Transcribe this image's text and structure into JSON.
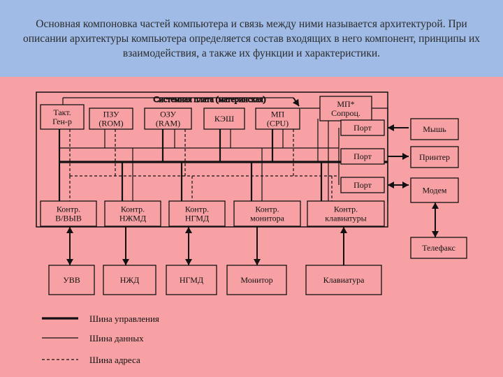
{
  "header": {
    "text": "Основная компоновка частей компьютера и связь между ними называется архитектурой. При описании архитектуры компьютера определяется состав входящих в него компонент, принципы их взаимодействия, а также их функции и характеристики."
  },
  "diagram": {
    "board_title": "Системная плата (материнская)",
    "boxes": {
      "tact": [
        "Такт.",
        "Ген-р"
      ],
      "rom": [
        "ПЗУ",
        "(ROM)"
      ],
      "ram": [
        "ОЗУ",
        "(RAM)"
      ],
      "cache": [
        "КЭШ"
      ],
      "cpu": [
        "МП",
        "(CPU)"
      ],
      "copro": [
        "МП*",
        "Сопроц."
      ],
      "port1": [
        "Порт"
      ],
      "port2": [
        "Порт"
      ],
      "port3": [
        "Порт"
      ],
      "ctrl_io": [
        "Контр.",
        "В/ВЫВ"
      ],
      "ctrl_fdd": [
        "Контр.",
        "НЖМД"
      ],
      "ctrl_hdd": [
        "Контр.",
        "НГМД"
      ],
      "ctrl_mon": [
        "Контр.",
        "монитора"
      ],
      "ctrl_kbd": [
        "Контр.",
        "клавиатуры"
      ],
      "mouse": [
        "Мышь"
      ],
      "printer": [
        "Принтер"
      ],
      "modem": [
        "Модем"
      ],
      "fax": [
        "Телефакс"
      ],
      "uvv": [
        "УВВ"
      ],
      "nzhd": [
        "НЖД"
      ],
      "ngmd": [
        "НГМД"
      ],
      "monitor": [
        "Монитор"
      ],
      "keyboard": [
        "Клавиатура"
      ]
    },
    "legend": {
      "control": "Шина управления",
      "data": "Шина данных",
      "address": "Шина адреса"
    }
  }
}
